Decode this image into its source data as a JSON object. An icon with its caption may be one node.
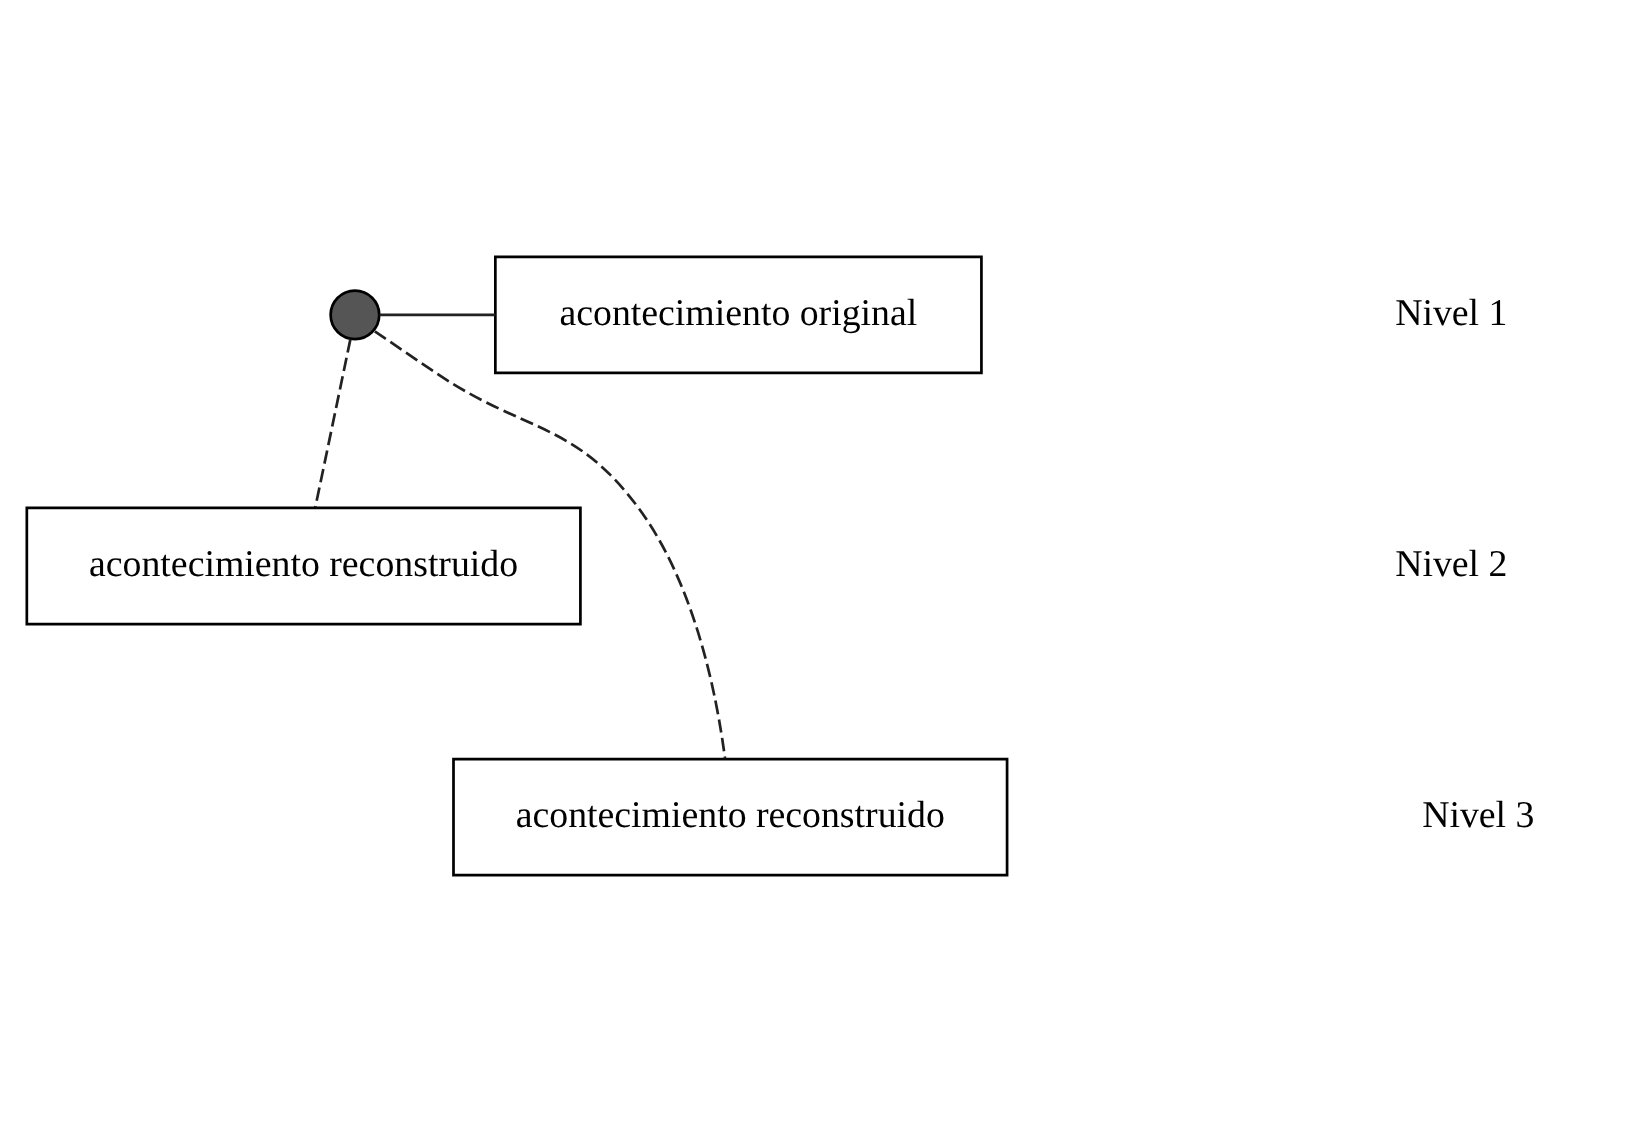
{
  "diagram": {
    "nodes": [
      {
        "text": [],
        "shape": "circle"
      },
      {
        "text": [
          "acontecimiento original"
        ]
      },
      {
        "text": [
          "acontecimiento reconstruido"
        ]
      },
      {
        "text": [
          "acontecimiento reconstruido"
        ]
      }
    ],
    "edges": [
      {
        "from": 0,
        "to": 1,
        "arrow": "none"
      },
      {
        "from": 0,
        "to": 2,
        "arrow": "none",
        "style": "dashed"
      },
      {
        "from": 0,
        "to": 3,
        "arrow": "none",
        "style": "dashed"
      }
    ],
    "labels": [
      "Nivel 1",
      "Nivel 2",
      "Nivel 3"
    ]
  }
}
